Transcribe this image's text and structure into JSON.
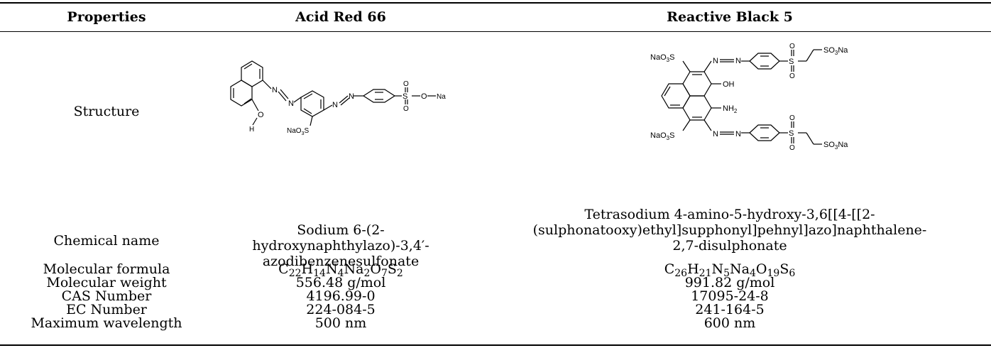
{
  "header": {
    "col0": "Properties",
    "col1": "Acid Red 66",
    "col2": "Reactive Black 5"
  },
  "rows": {
    "structure": {
      "label": "Structure"
    },
    "chemical_name": {
      "label": "Chemical name",
      "ar66_line1": "Sodium 6-(2-hydroxynaphthylazo)-3,4′-",
      "ar66_line2": "azodibenzenesulfonate",
      "rb5_line1": "Tetrasodium 4-amino-5-hydroxy-3,6[[4-[[2-",
      "rb5_line2": "(sulphonatooxy)ethyl]supphonyl]pehnyl]azo]naphthalene-",
      "rb5_line3": "2,7-disulphonate"
    },
    "molecular_formula": {
      "label": "Molecular formula",
      "ar66": {
        "C": "C",
        "C_n": "22",
        "H": "H",
        "H_n": "14",
        "N": "N",
        "N_n": "4",
        "Na": "Na",
        "Na_n": "2",
        "O": "O",
        "O_n": "7",
        "S": "S",
        "S_n": "2"
      },
      "rb5": {
        "C": "C",
        "C_n": "26",
        "H": "H",
        "H_n": "21",
        "N": "N",
        "N_n": "5",
        "Na": "Na",
        "Na_n": "4",
        "O": "O",
        "O_n": "19",
        "S": "S",
        "S_n": "6"
      }
    },
    "molecular_weight": {
      "label": "Molecular weight",
      "ar66": "556.48 g/mol",
      "rb5": "991.82 g/mol"
    },
    "cas_number": {
      "label": "CAS Number",
      "ar66": "4196.99-0",
      "rb5": "17095-24-8"
    },
    "ec_number": {
      "label": "EC Number",
      "ar66": "224-084-5",
      "rb5": "241-164-5"
    },
    "max_wavelength": {
      "label": "Maximum wavelength",
      "ar66": "500 nm",
      "rb5": "600 nm"
    }
  },
  "structure_labels": {
    "ar66": {
      "n": "N",
      "o": "O",
      "s": "S",
      "na": "Na",
      "h": "H",
      "na2": "Na",
      "o3": "O",
      "o3n": "3",
      "s2": "S"
    },
    "rb5": {
      "na1": "Na",
      "o1": "O",
      "o1n": "3",
      "s1": "S",
      "na2": "Na",
      "o2": "O",
      "o2n": "3",
      "s2": "S",
      "n": "N",
      "oh": "OH",
      "nh": "NH",
      "nh_n": "2",
      "s": "S",
      "o": "O",
      "so3na_s": "SO",
      "so3na_n": "3",
      "so3na_na": "Na"
    }
  }
}
